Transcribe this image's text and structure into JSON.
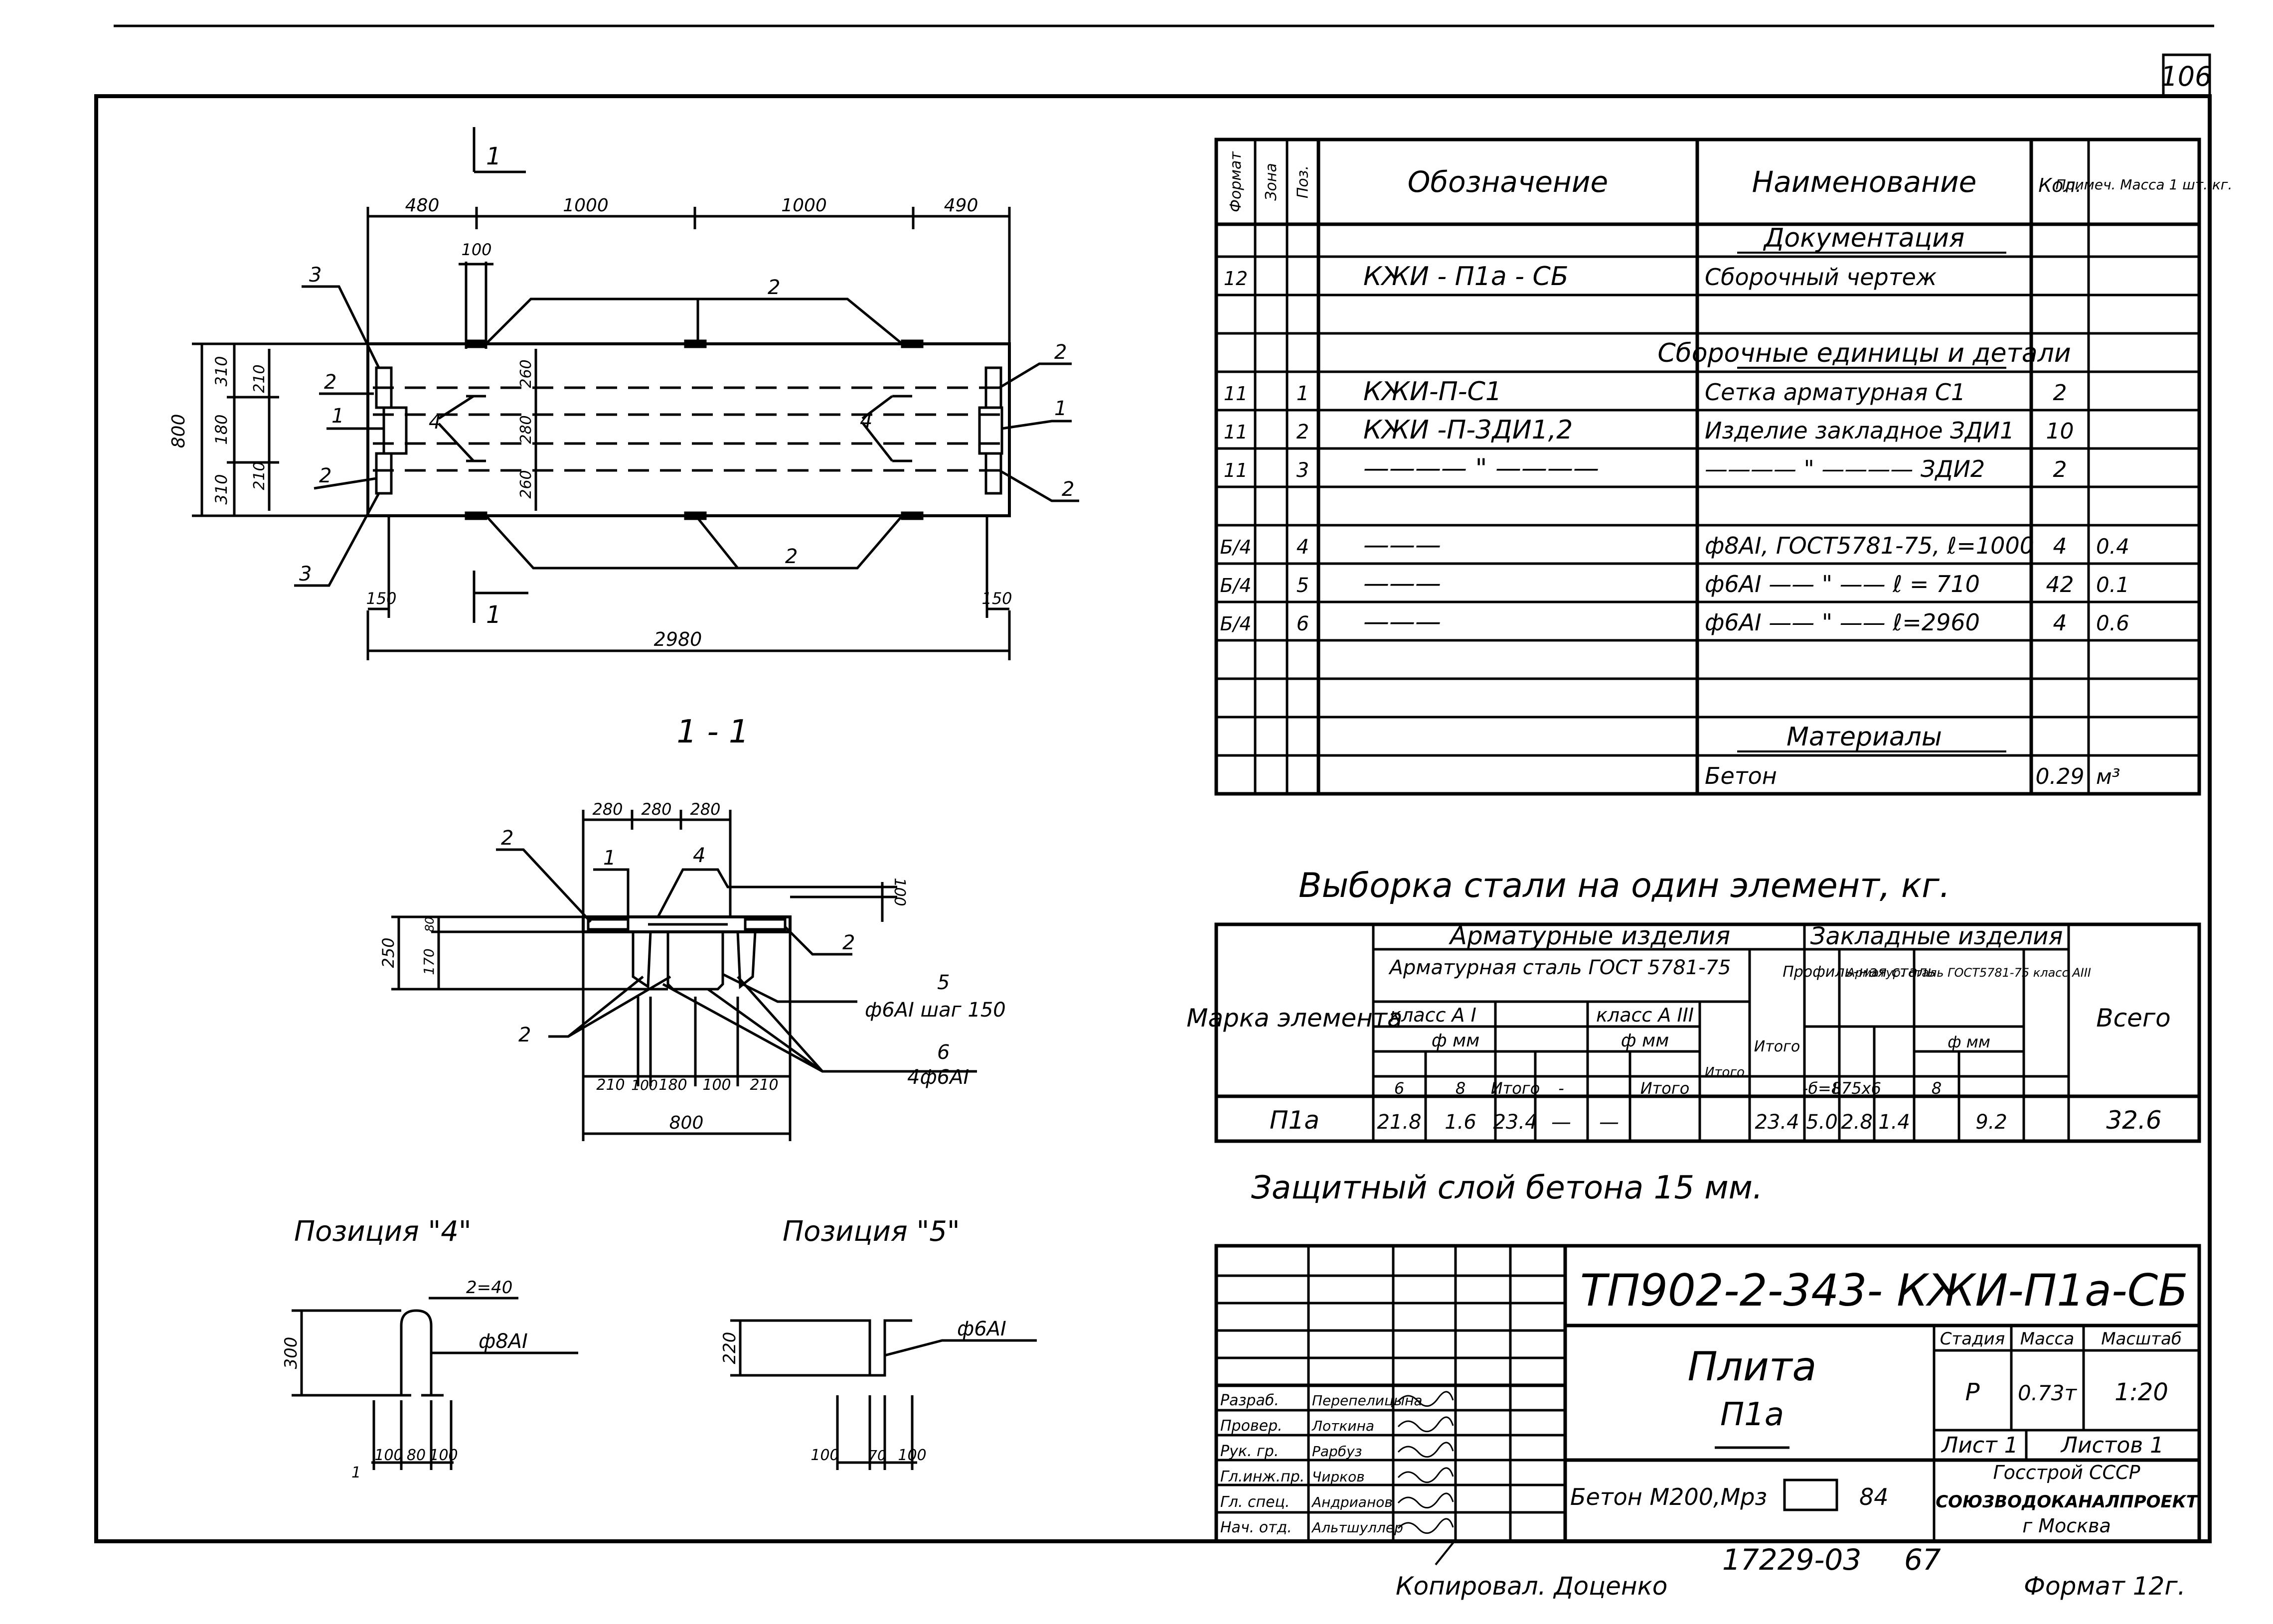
{
  "sheet": {
    "page_number": "106",
    "format_note": "Формат 12г.",
    "copied_by": "Копировал. Доценко",
    "archive_number": "17229-03",
    "archive_suffix": "67"
  },
  "plan": {
    "section_mark": "1",
    "dims_top": [
      "480",
      "1000",
      "1000",
      "490"
    ],
    "dim_100": "100",
    "dims_left": [
      "310",
      "180",
      "310"
    ],
    "total_height": "800",
    "inner_dims": [
      "210",
      "210"
    ],
    "mid_dims": [
      "260",
      "280",
      "260"
    ],
    "end_dims": [
      "150",
      "150"
    ],
    "total_length": "2980",
    "callouts": [
      "3",
      "2",
      "1",
      "2",
      "3",
      "2",
      "2",
      "4",
      "4",
      "2",
      "1",
      "2"
    ]
  },
  "section": {
    "title": "1 - 1",
    "top_dims": [
      "280",
      "280",
      "280"
    ],
    "side_dims": [
      "250",
      "170",
      "80",
      "100"
    ],
    "bottom_dims": [
      "210",
      "100",
      "180",
      "100",
      "210"
    ],
    "total": "800",
    "callouts": [
      "2",
      "1",
      "4",
      "2",
      "2"
    ],
    "note5_num": "5",
    "note5_text": "ф6АI шаг 150",
    "note6_num": "6",
    "note6_text": "4ф6АI"
  },
  "pos4": {
    "title": "Позиция \"4\"",
    "top": "2=40",
    "height": "300",
    "bar": "ф8АI",
    "dims": [
      "1",
      "100",
      "80",
      "100"
    ]
  },
  "pos5": {
    "title": "Позиция \"5\"",
    "height": "220",
    "bar": "ф6АI",
    "dims": [
      "100",
      "70",
      "100"
    ]
  },
  "spec": {
    "headers": [
      "Формат",
      "Зона",
      "Поз.",
      "Обозначение",
      "Наименование",
      "Кол.",
      "Примеч. Масса 1 шт. кг."
    ],
    "rows": [
      {
        "fmt": "",
        "zone": "",
        "pos": "",
        "des": "",
        "name": "Документация",
        "qty": "",
        "note": "",
        "section": true
      },
      {
        "fmt": "12",
        "zone": "",
        "pos": "",
        "des": "КЖИ - П1а - СБ",
        "name": "Сборочный чертеж",
        "qty": "",
        "note": ""
      },
      {
        "fmt": "",
        "zone": "",
        "pos": "",
        "des": "",
        "name": "",
        "qty": "",
        "note": ""
      },
      {
        "fmt": "",
        "zone": "",
        "pos": "",
        "des": "",
        "name": "Сборочные единицы и детали",
        "qty": "",
        "note": "",
        "section": true
      },
      {
        "fmt": "11",
        "zone": "",
        "pos": "1",
        "des": "КЖИ-П-С1",
        "name": "Сетка арматурная С1",
        "qty": "2",
        "note": ""
      },
      {
        "fmt": "11",
        "zone": "",
        "pos": "2",
        "des": "КЖИ -П-3ДИ1,2",
        "name": "Изделие закладное ЗДИ1",
        "qty": "10",
        "note": ""
      },
      {
        "fmt": "11",
        "zone": "",
        "pos": "3",
        "des": "———— \" ————",
        "name": "———— \" ———— ЗДИ2",
        "qty": "2",
        "note": ""
      },
      {
        "fmt": "",
        "zone": "",
        "pos": "",
        "des": "",
        "name": "",
        "qty": "",
        "note": ""
      },
      {
        "fmt": "Б/4",
        "zone": "",
        "pos": "4",
        "des": "———",
        "name": "ф8АI, ГОСТ5781-75, ℓ=1000",
        "qty": "4",
        "note": "0.4"
      },
      {
        "fmt": "Б/4",
        "zone": "",
        "pos": "5",
        "des": "———",
        "name": "ф6АI —— \" —— ℓ = 710",
        "qty": "42",
        "note": "0.1"
      },
      {
        "fmt": "Б/4",
        "zone": "",
        "pos": "6",
        "des": "———",
        "name": "ф6АI —— \" —— ℓ=2960",
        "qty": "4",
        "note": "0.6"
      },
      {
        "fmt": "",
        "zone": "",
        "pos": "",
        "des": "",
        "name": "",
        "qty": "",
        "note": ""
      },
      {
        "fmt": "",
        "zone": "",
        "pos": "",
        "des": "",
        "name": "",
        "qty": "",
        "note": ""
      },
      {
        "fmt": "",
        "zone": "",
        "pos": "",
        "des": "",
        "name": "Материалы",
        "qty": "",
        "note": "",
        "section": true
      },
      {
        "fmt": "",
        "zone": "",
        "pos": "",
        "des": "",
        "name": "Бетон",
        "qty": "0.29",
        "note": "м³"
      }
    ]
  },
  "steel": {
    "title": "Выборка стали на один элемент, кг.",
    "h_mark": "Марка элемента",
    "h_arm": "Арматурные изделия",
    "h_zak": "Закладные изделия",
    "h_steel": "Арматурная сталь ГОСТ 5781-75",
    "h_classA1": "класс А I",
    "h_classA3": "класс А III",
    "h_mm1": "ф мм",
    "h_mm2": "ф мм",
    "h_mm3": "ф мм",
    "h_itogo": "Итого",
    "h_prof": "Профиль-ная сталь",
    "h_arm2": "Арматур. сталь ГОСТ5781-75 класс АIII",
    "h_total": "Всего",
    "sub": [
      "6",
      "8",
      "Итого",
      "-",
      "",
      "Итого",
      "",
      "-б=8",
      "L75x6",
      "8",
      "",
      "Итого",
      ""
    ],
    "row": {
      "mark": "П1а",
      "vals": [
        "21.8",
        "1.6",
        "23.4",
        "—",
        "—",
        "",
        "23.4",
        "5.0",
        "2.8",
        "1.4",
        "",
        "9.2",
        "32.6"
      ]
    }
  },
  "protect_note": "Защитный слой бетона 15 мм.",
  "title_block": {
    "code": "ТП902-2-343- КЖИ-П1а-СБ",
    "name1": "Плита",
    "name2": "П1а",
    "material": "Бетон М200,Мрз",
    "material_tail": "84",
    "stage_h": "Стадия",
    "mass_h": "Масса",
    "scale_h": "Масштаб",
    "stage": "Р",
    "mass": "0.73т",
    "scale": "1:20",
    "sheet": "Лист 1",
    "sheets": "Листов 1",
    "org1": "Госстрой СССР",
    "org2": "СОЮЗВОДОКАНАЛПРОЕКТ",
    "org3": "г Москва",
    "roles": [
      {
        "role": "Разраб.",
        "name": "Перепелицына",
        "sign": "подп."
      },
      {
        "role": "Провер.",
        "name": "Лоткина",
        "sign": "подп."
      },
      {
        "role": "Рук. гр.",
        "name": "Рарбуз",
        "sign": "подп."
      },
      {
        "role": "Гл.инж.пр.",
        "name": "Чирков",
        "sign": "подп."
      },
      {
        "role": "Гл. спец.",
        "name": "Андрианов",
        "sign": "подп."
      },
      {
        "role": "Нач. отд.",
        "name": "Альтшуллер",
        "sign": "подп."
      }
    ]
  }
}
